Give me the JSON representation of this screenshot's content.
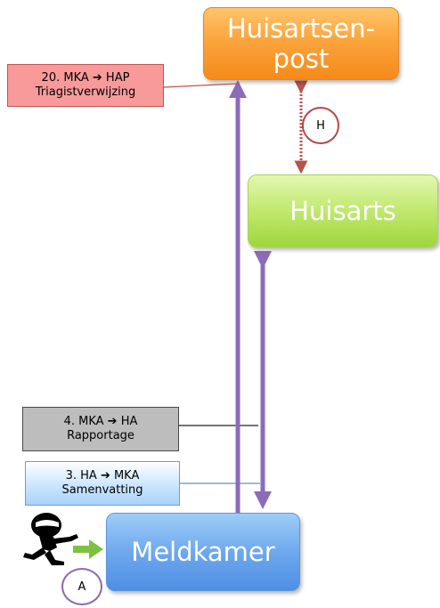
{
  "nodes": {
    "huisartsenpost": "Huisartsen-\npost",
    "huisarts": "Huisarts",
    "meldkamer": "Meldkamer"
  },
  "messages": {
    "m20": {
      "line1": "20. MKA ➔ HAP",
      "line2": "Triagistverwijzing"
    },
    "m4": {
      "line1": "4. MKA ➔ HA",
      "line2": "Rapportage"
    },
    "m3": {
      "line1": "3. HA ➔ MKA",
      "line2": "Samenvatting"
    }
  },
  "markers": {
    "h": "H",
    "a": "A"
  },
  "colors": {
    "hap": "#f9a23b",
    "huisarts": "#b9e36a",
    "meldkamer": "#6aa6ee",
    "msg20": "#f99a9a",
    "msg4": "#bdbdbd",
    "msg3": "#bfe0fd",
    "flow_arrow": "#8c6bb8",
    "dotted_arrow": "#b9524c"
  },
  "icons": [
    "person-running-icon",
    "green-arrow-icon"
  ]
}
